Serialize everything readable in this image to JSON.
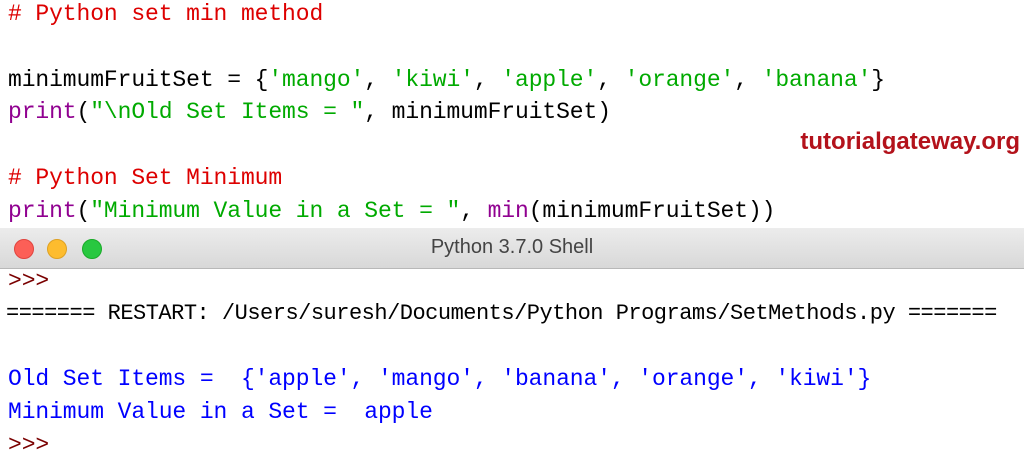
{
  "colors": {
    "comment": "#dd0000",
    "keyword": "#900090",
    "string": "#00aa00",
    "default": "#000000",
    "output": "#0000ff",
    "prompt": "#7a0000"
  },
  "editor": {
    "lines": [
      [
        {
          "t": "# Python set min method",
          "c": "comment"
        }
      ],
      [],
      [
        {
          "t": "minimumFruitSet = {",
          "c": "default"
        },
        {
          "t": "'mango'",
          "c": "string"
        },
        {
          "t": ", ",
          "c": "default"
        },
        {
          "t": "'kiwi'",
          "c": "string"
        },
        {
          "t": ", ",
          "c": "default"
        },
        {
          "t": "'apple'",
          "c": "string"
        },
        {
          "t": ", ",
          "c": "default"
        },
        {
          "t": "'orange'",
          "c": "string"
        },
        {
          "t": ", ",
          "c": "default"
        },
        {
          "t": "'banana'",
          "c": "string"
        },
        {
          "t": "}",
          "c": "default"
        }
      ],
      [
        {
          "t": "print",
          "c": "keyword"
        },
        {
          "t": "(",
          "c": "default"
        },
        {
          "t": "\"\\nOld Set Items = \"",
          "c": "string"
        },
        {
          "t": ", minimumFruitSet)",
          "c": "default"
        }
      ],
      [],
      [
        {
          "t": "# Python Set Minimum",
          "c": "comment"
        }
      ],
      [
        {
          "t": "print",
          "c": "keyword"
        },
        {
          "t": "(",
          "c": "default"
        },
        {
          "t": "\"Minimum Value in a Set = \"",
          "c": "string"
        },
        {
          "t": ", ",
          "c": "default"
        },
        {
          "t": "min",
          "c": "keyword"
        },
        {
          "t": "(minimumFruitSet))",
          "c": "default"
        }
      ]
    ],
    "watermark": "tutorialgateway.org"
  },
  "window": {
    "title": "Python 3.7.0 Shell",
    "buttons": {
      "close": "#fc5f57",
      "minimize": "#fdbc2e",
      "zoom": "#28c840"
    }
  },
  "shell": {
    "lines": [
      [
        {
          "t": ">>>",
          "c": "prompt"
        }
      ],
      [
        {
          "t": "======= RESTART: /Users/suresh/Documents/Python Programs/SetMethods.py =======",
          "c": "default"
        }
      ],
      [],
      [
        {
          "t": "Old Set Items =  {'apple', 'mango', 'banana', 'orange', 'kiwi'}",
          "c": "output"
        }
      ],
      [
        {
          "t": "Minimum Value in a Set =  apple",
          "c": "output"
        }
      ],
      [
        {
          "t": ">>>",
          "c": "prompt"
        }
      ]
    ]
  }
}
